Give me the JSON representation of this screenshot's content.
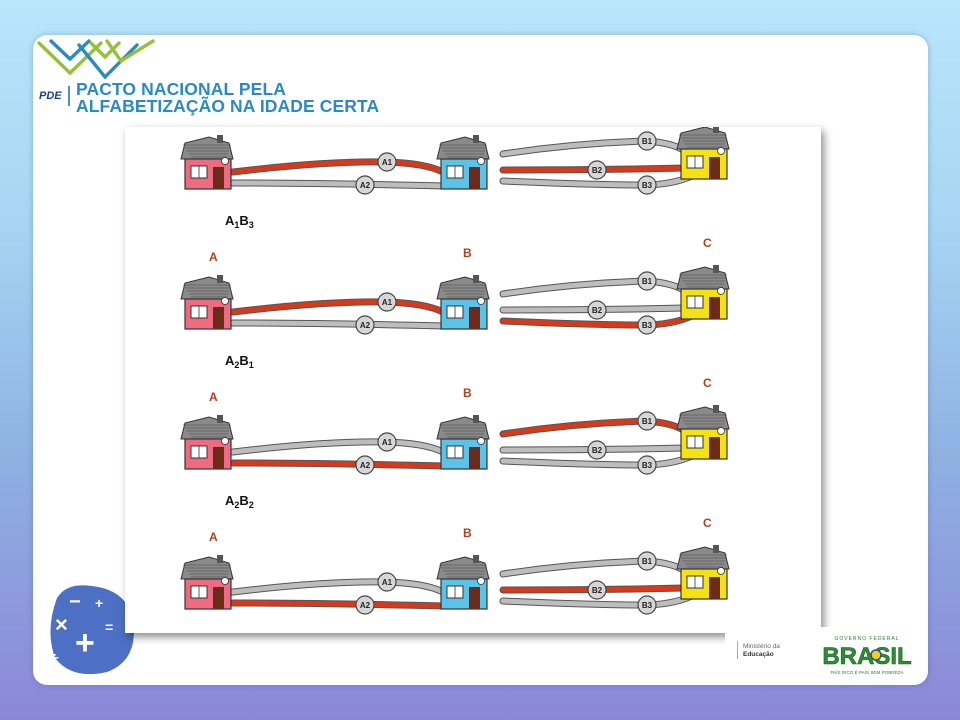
{
  "header": {
    "pde": "PDE",
    "title_line1": "PACTO NACIONAL PELA",
    "title_line2": "ALFABETIZAÇÃO NA IDADE CERTA"
  },
  "diagram": {
    "houses": {
      "a": "A",
      "b": "B",
      "c": "C"
    },
    "roads_ab": [
      "A1",
      "A2"
    ],
    "roads_bc": [
      "B1",
      "B2",
      "B3"
    ],
    "combos": [
      {
        "first": "A",
        "first_sub": "1",
        "second": "B",
        "second_sub": "3"
      },
      {
        "first": "A",
        "first_sub": "2",
        "second": "B",
        "second_sub": "1"
      },
      {
        "first": "A",
        "first_sub": "2",
        "second": "B",
        "second_sub": "2"
      }
    ],
    "panels": [
      {
        "show_labels": false,
        "red_ab": "A1",
        "red_bc": "B2"
      },
      {
        "show_labels": true,
        "red_ab": "A1",
        "red_bc": "B3"
      },
      {
        "show_labels": true,
        "red_ab": "A2",
        "red_bc": "B1"
      },
      {
        "show_labels": true,
        "red_ab": "A2",
        "red_bc": "B2"
      }
    ]
  },
  "math_icon": {
    "symbols": [
      "−",
      "+",
      "×",
      "=",
      "+",
      "÷"
    ]
  },
  "footer": {
    "ministerio_line1": "Ministério da",
    "ministerio_line2": "Educação",
    "top_text": "GOVERNO FEDERAL",
    "brasil": "BRASIL",
    "slogan": "PAÍS RICO É PAÍS SEM POBREZA"
  },
  "colors": {
    "road_red": "#d9391b",
    "road_gray": "#bdbdbd",
    "house_a": "#ee6b80",
    "house_b": "#5cc3e8",
    "house_c": "#f4e212",
    "label_brown": "#b0401f",
    "title_blue": "#2a8ac2"
  }
}
